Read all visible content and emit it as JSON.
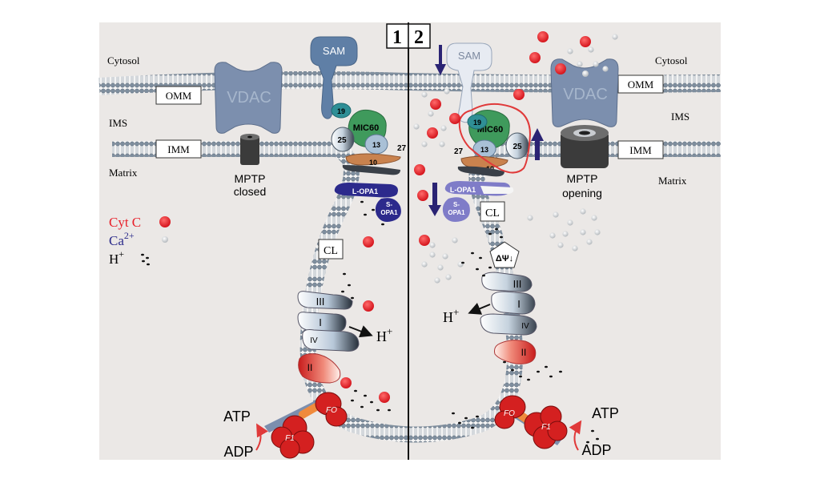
{
  "panels": {
    "left_number": "1",
    "right_number": "2"
  },
  "labels": {
    "cytosol": "Cytosol",
    "ims": "IMS",
    "matrix": "Matrix",
    "omm": "OMM",
    "imm": "IMM",
    "vdac": "VDAC",
    "sam": "SAM",
    "cl": "CL",
    "mptp_closed_line1": "MPTP",
    "mptp_closed_line2": "closed",
    "mptp_open_line1": "MPTP",
    "mptp_open_line2": "opening",
    "delta_psi": "ΔΨ↓",
    "atp": "ATP",
    "adp": "ADP",
    "h_plus": "H",
    "plus": "+",
    "mic60": "MIC60",
    "mic19": "19",
    "mic25": "25",
    "mic13": "13",
    "mic27": "27",
    "mic10": "10",
    "l_opa1": "L-OPA1",
    "s_opa1_a": "S-",
    "s_opa1_b": "OPA1",
    "complex_i": "I",
    "complex_ii": "II",
    "complex_iii": "III",
    "complex_iv": "IV",
    "fo": "FO",
    "f1": "F1"
  },
  "legend": {
    "cyt_c": "Cyt C",
    "ca_base": "Ca",
    "ca_sup": "2+",
    "h_base": "H",
    "h_sup": "+"
  },
  "colors": {
    "background": "#ebe8e6",
    "cyt_c": "#e8202a",
    "calcium": "#c9ccd0",
    "ca_text": "#2a2a8a",
    "vdac": "#7c8fae",
    "sam": "#5f7fa6",
    "mic60": "#3f9a5c",
    "opa1": "#2c2a8c",
    "arrow": "#2a2373",
    "highlight": "#e03a3a"
  }
}
